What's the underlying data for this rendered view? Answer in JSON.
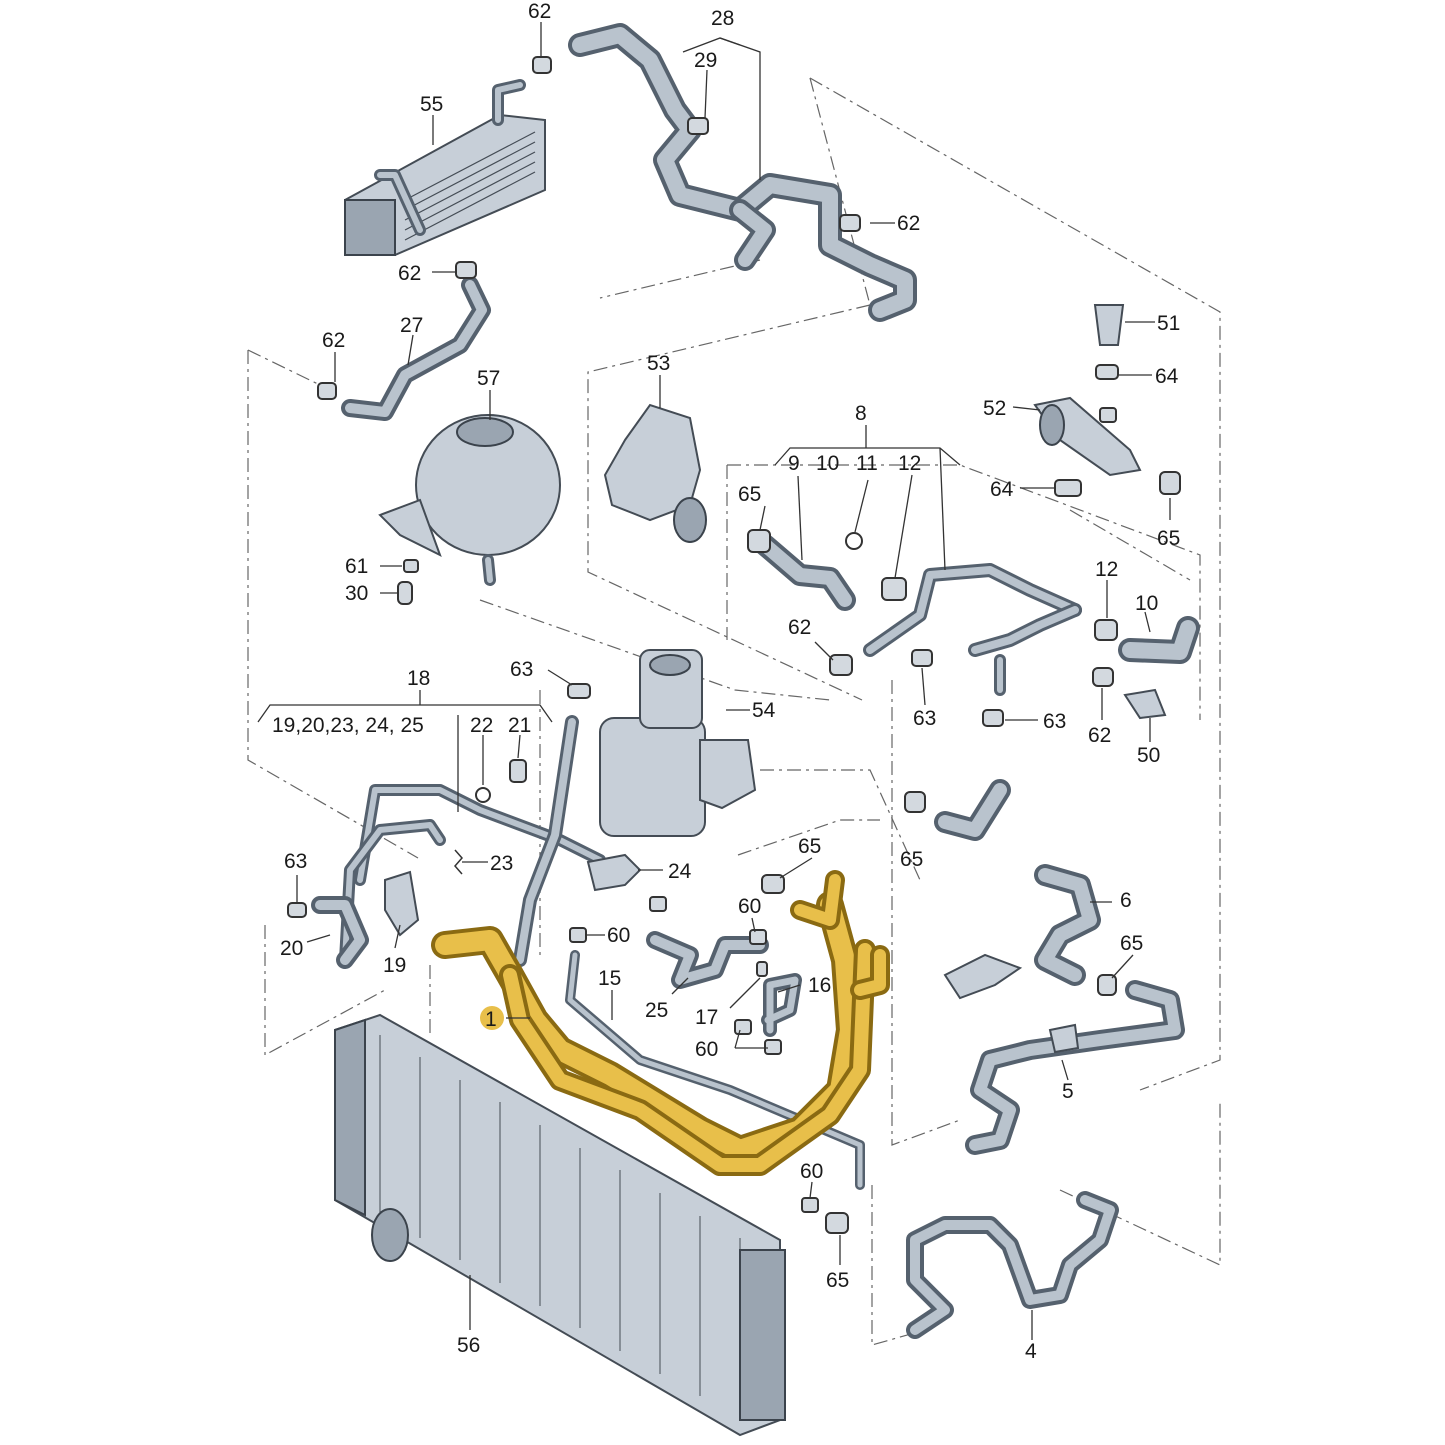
{
  "colors": {
    "highlight": "#e8bf4a",
    "part": "#c7cfd8",
    "line": "#333333"
  },
  "labels": {
    "l1": "1",
    "l4": "4",
    "l5": "5",
    "l6": "6",
    "l8": "8",
    "l9": "9",
    "l10a": "10",
    "l10b": "10",
    "l11": "11",
    "l12a": "12",
    "l12b": "12",
    "l15": "15",
    "l16": "16",
    "l17": "17",
    "l18": "18",
    "l18list": "19,20,23, 24, 25",
    "l19": "19",
    "l20": "20",
    "l21": "21",
    "l22": "22",
    "l23": "23",
    "l24": "24",
    "l25": "25",
    "l27": "27",
    "l28": "28",
    "l29": "29",
    "l30": "30",
    "l50": "50",
    "l51": "51",
    "l52": "52",
    "l53": "53",
    "l54": "54",
    "l55": "55",
    "l56": "56",
    "l57": "57",
    "l60a": "60",
    "l60b": "60",
    "l60c": "60",
    "l60d": "60",
    "l61": "61",
    "l62a": "62",
    "l62b": "62",
    "l62c": "62",
    "l62d": "62",
    "l62e": "62",
    "l62f": "62",
    "l63a": "63",
    "l63b": "63",
    "l63c": "63",
    "l63d": "63",
    "l64a": "64",
    "l64b": "64",
    "l65a": "65",
    "l65b": "65",
    "l65c": "65",
    "l65d": "65",
    "l65e": "65",
    "l65f": "65"
  }
}
